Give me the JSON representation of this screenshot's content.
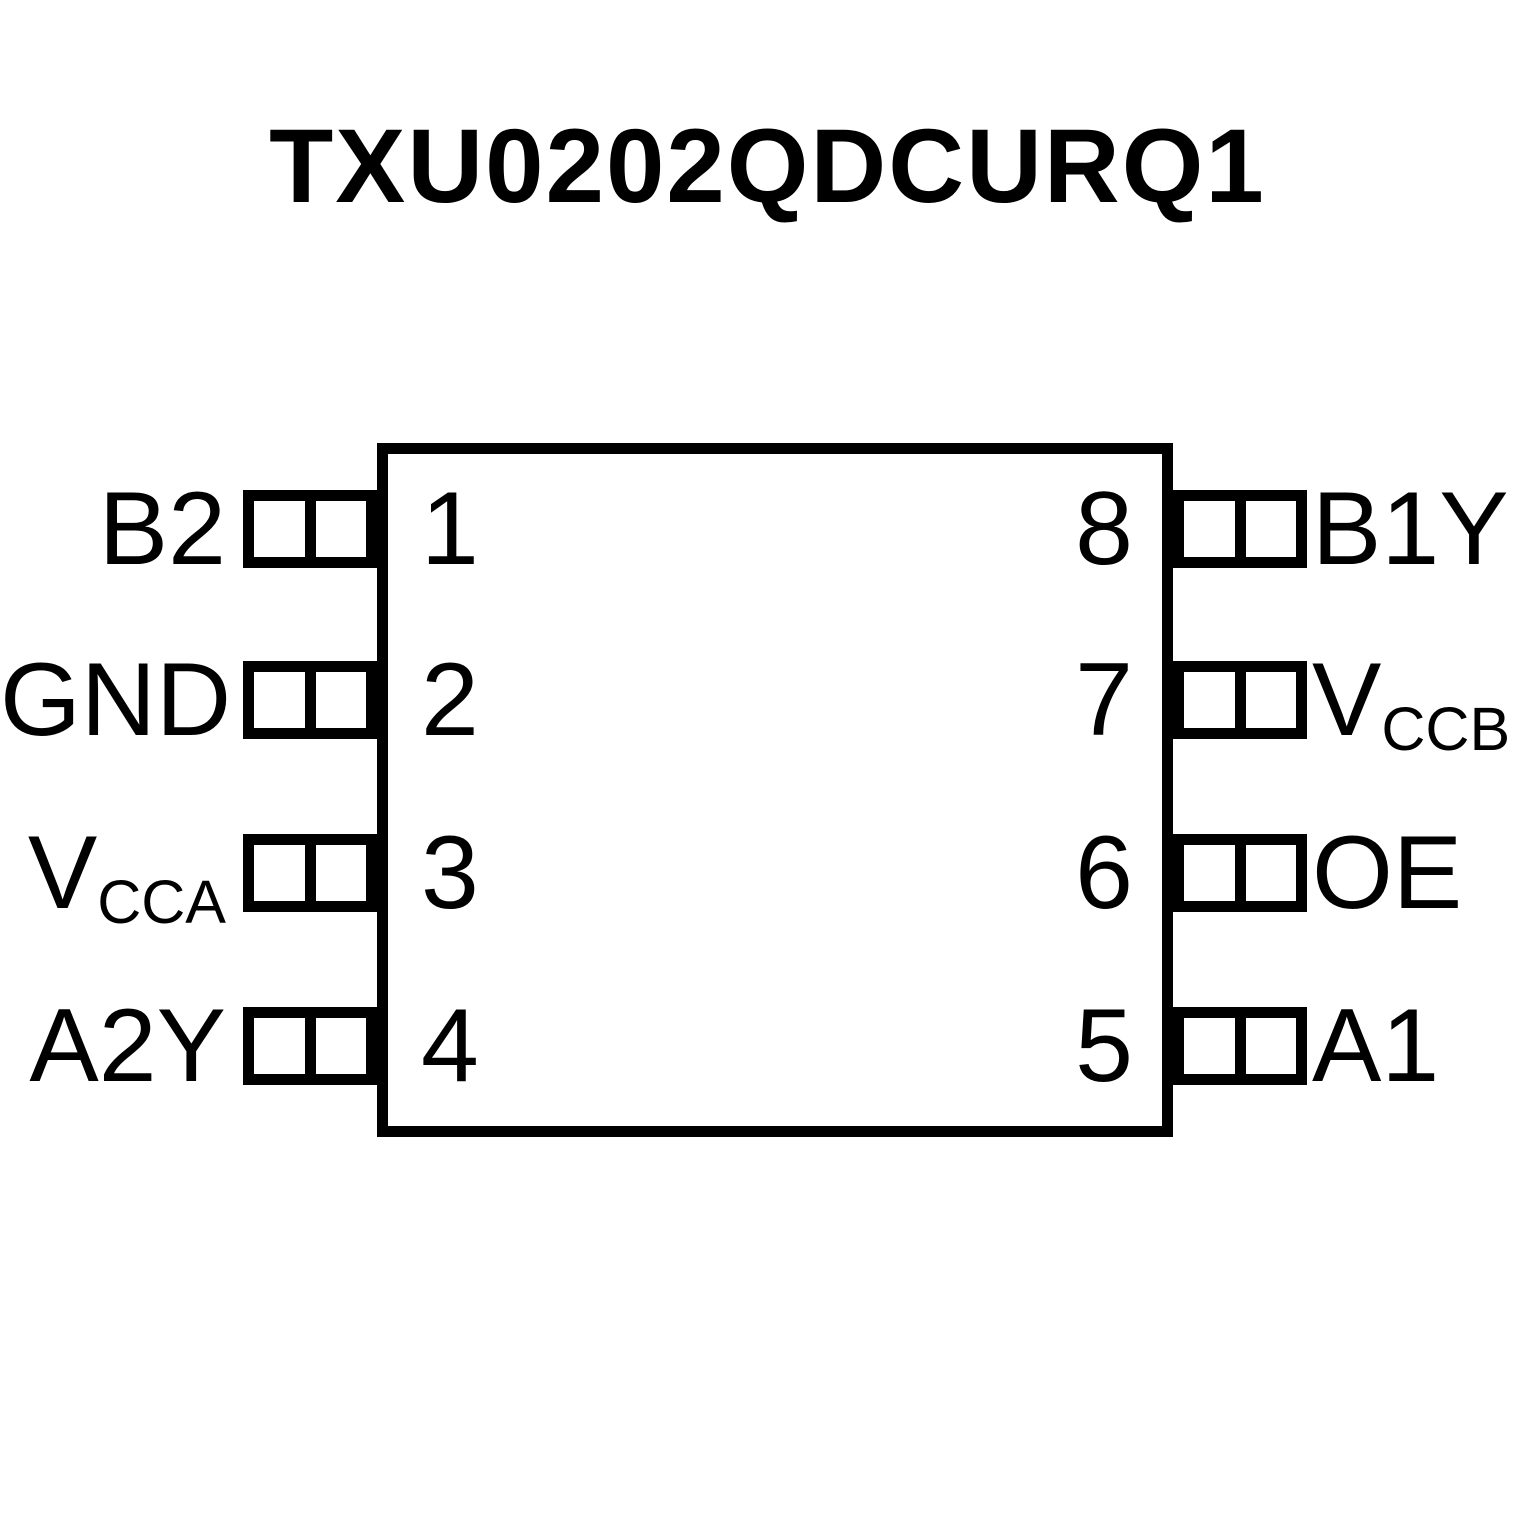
{
  "title": "TXU0202QDCURQ1",
  "colors": {
    "line": "#000000",
    "background": "#ffffff"
  },
  "chip": {
    "package_pin_count": "8",
    "left_pins": [
      {
        "number": "1",
        "label": "B2",
        "sub": ""
      },
      {
        "number": "2",
        "label": "GND",
        "sub": ""
      },
      {
        "number": "3",
        "label": "V",
        "sub": "CCA"
      },
      {
        "number": "4",
        "label": "A2Y",
        "sub": ""
      }
    ],
    "right_pins": [
      {
        "number": "8",
        "label": "B1Y",
        "sub": ""
      },
      {
        "number": "7",
        "label": "V",
        "sub": "CCB"
      },
      {
        "number": "6",
        "label": "OE",
        "sub": ""
      },
      {
        "number": "5",
        "label": "A1",
        "sub": ""
      }
    ]
  }
}
